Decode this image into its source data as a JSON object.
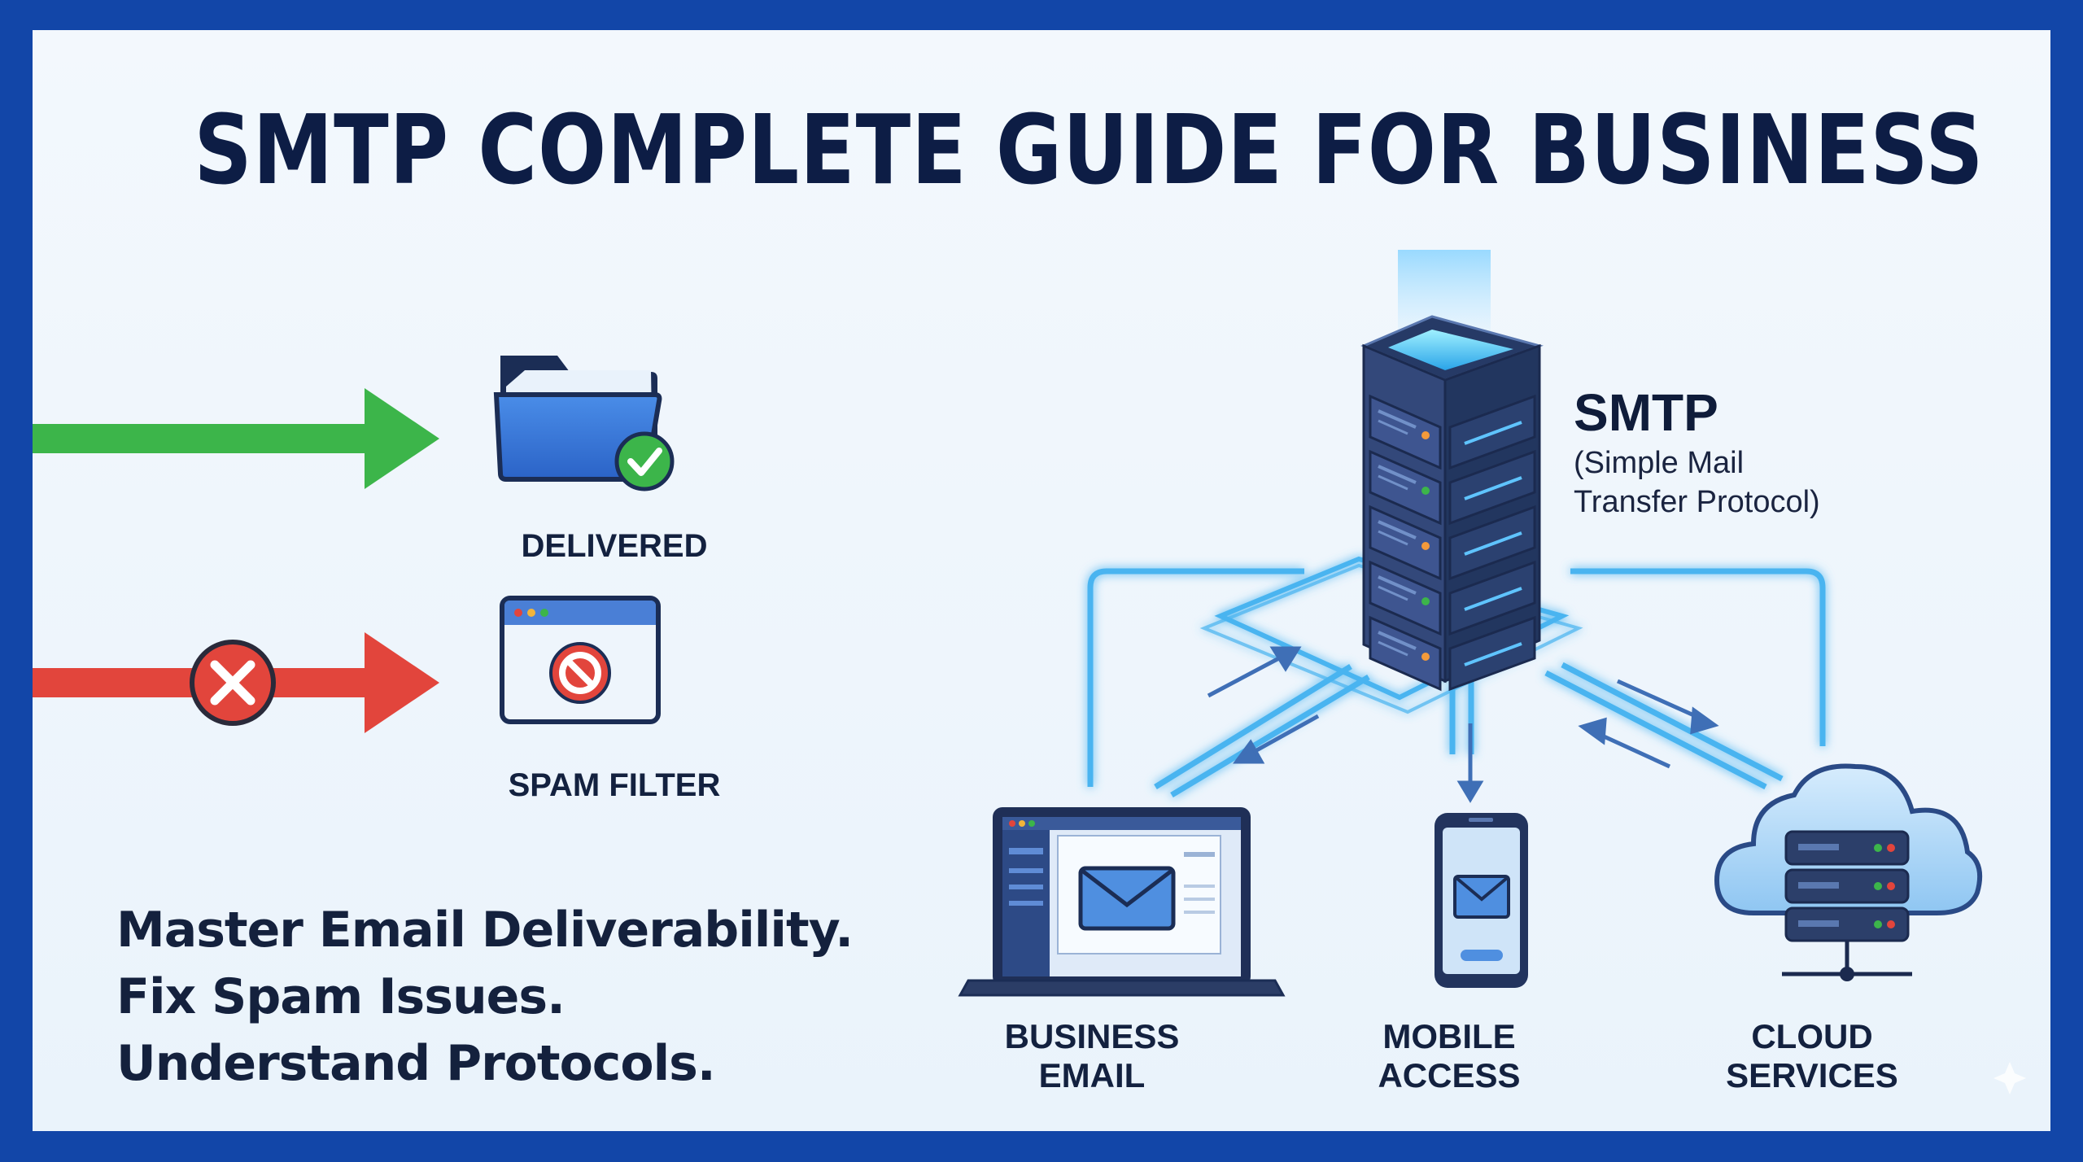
{
  "title": "SMTP COMPLETE GUIDE FOR BUSINESS",
  "delivery": {
    "delivered_label": "DELIVERED",
    "spam_label": "SPAM FILTER"
  },
  "tagline": [
    "Master Email Deliverability.",
    "Fix Spam Issues.",
    "Understand Protocols."
  ],
  "server": {
    "heading": "SMTP",
    "subtitle_lines": [
      "(Simple Mail",
      "Transfer Protocol)"
    ]
  },
  "devices": {
    "business": [
      "BUSINESS",
      "EMAIL"
    ],
    "mobile": [
      "MOBILE",
      "ACCESS"
    ],
    "cloud": [
      "CLOUD",
      "SERVICES"
    ]
  },
  "colors": {
    "border": "#1246a8",
    "title": "#0d1d45",
    "success_green": "#3cb54a",
    "error_red": "#e2453c",
    "glow_blue": "#49b4f0",
    "server_dark": "#2c3f6a"
  },
  "icons": {
    "delivered": "folder-check-icon",
    "spam": "browser-blocked-icon",
    "server": "server-rack-icon",
    "business": "laptop-mail-icon",
    "mobile": "phone-mail-icon",
    "cloud": "cloud-server-icon"
  }
}
